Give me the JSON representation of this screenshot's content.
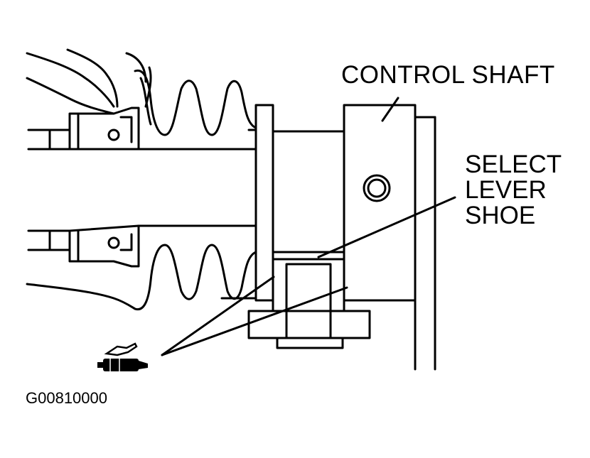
{
  "diagram": {
    "labels": {
      "control_shaft": "CONTROL SHAFT",
      "select_lever_shoe_line1": "SELECT",
      "select_lever_shoe_line2": "LEVER",
      "select_lever_shoe_line3": "SHOE"
    },
    "figure_code": "G00810000",
    "icons": {
      "grease": "grease-gun-icon"
    },
    "colors": {
      "ink": "#000000",
      "paper": "#ffffff"
    }
  }
}
